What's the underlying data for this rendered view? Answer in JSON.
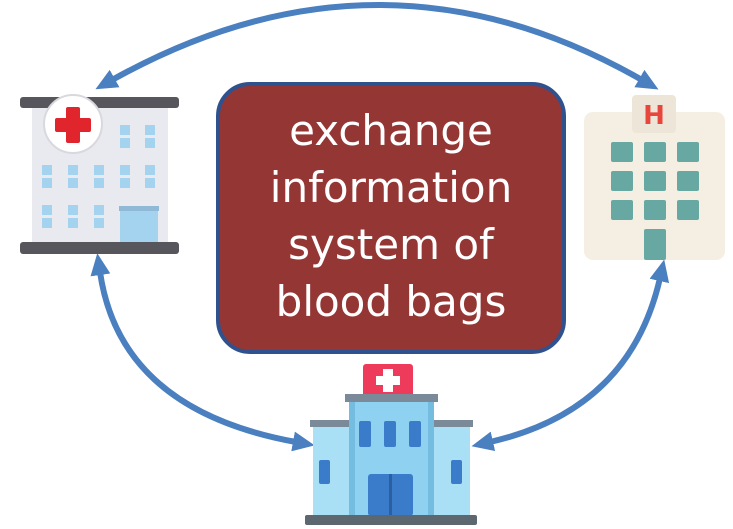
{
  "center": {
    "line1": "exchange",
    "line2": "information",
    "line3": "system of",
    "line4": "blood bags"
  },
  "nodes": [
    {
      "icon": "hospital-cross-icon"
    },
    {
      "icon": "hospital-h-icon"
    },
    {
      "icon": "hospital-building-icon"
    }
  ],
  "colors": {
    "arrow": "#4a7fc0",
    "box_fill": "#943634",
    "box_border": "#2f528f",
    "text": "#ffffff"
  }
}
